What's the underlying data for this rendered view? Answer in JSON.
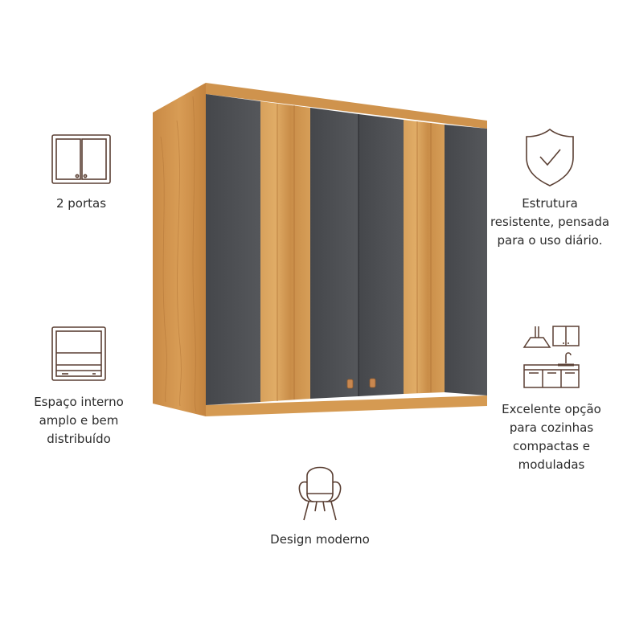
{
  "colors": {
    "icon_stroke": "#5a3f33",
    "wood_light": "#d9a15b",
    "wood_dark": "#b9793a",
    "door_gray": "#4b4d51",
    "handle": "#c8874f"
  },
  "features": {
    "portas": {
      "icon": "cabinet-two-doors-icon",
      "label": "2 portas"
    },
    "estrutura": {
      "icon": "shield-check-icon",
      "label": "Estrutura\nresistente, pensada\npara o uso diário."
    },
    "espaco": {
      "icon": "open-storage-cabinet-icon",
      "label": "Espaço interno\namplo e bem\ndistribuído"
    },
    "cozinhas": {
      "icon": "modular-kitchen-icon",
      "label": "Excelente opção\npara cozinhas\ncompactas e\nmoduladas"
    },
    "design": {
      "icon": "armchair-icon",
      "label": "Design moderno"
    }
  },
  "product": {
    "image": "wall-cabinet-photo"
  }
}
